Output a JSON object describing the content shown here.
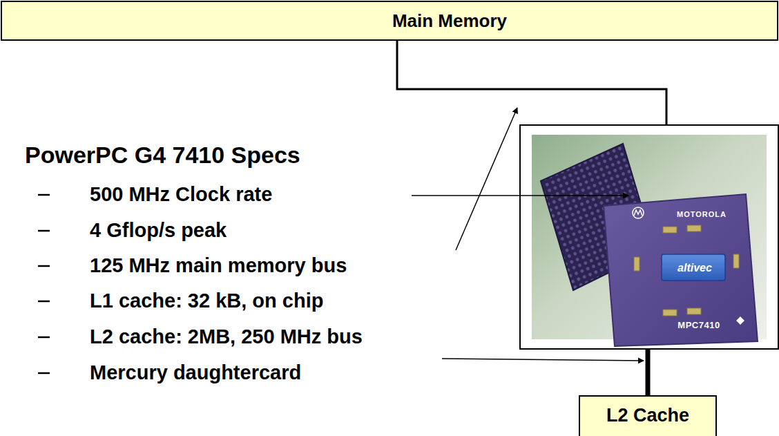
{
  "diagram": {
    "nodes": [
      {
        "text": [
          "Main Memory"
        ]
      },
      {
        "text": [
          "MOTOROLA",
          "altivec",
          "MPC7410"
        ]
      },
      {
        "text": [
          "L2 Cache"
        ]
      }
    ],
    "edges": [
      {
        "from": 0,
        "to": 1,
        "arrow": "none"
      },
      {
        "from": 1,
        "to": 2,
        "arrow": "none"
      }
    ],
    "labels": [
      "PowerPC G4 7410 Specs",
      "500 MHz Clock rate",
      "4 Gflop/s peak",
      "125 MHz main memory bus",
      "L1 cache: 32 kB, on chip",
      "L2 cache: 2MB, 250 MHz bus",
      "Mercury daughtercard"
    ]
  }
}
